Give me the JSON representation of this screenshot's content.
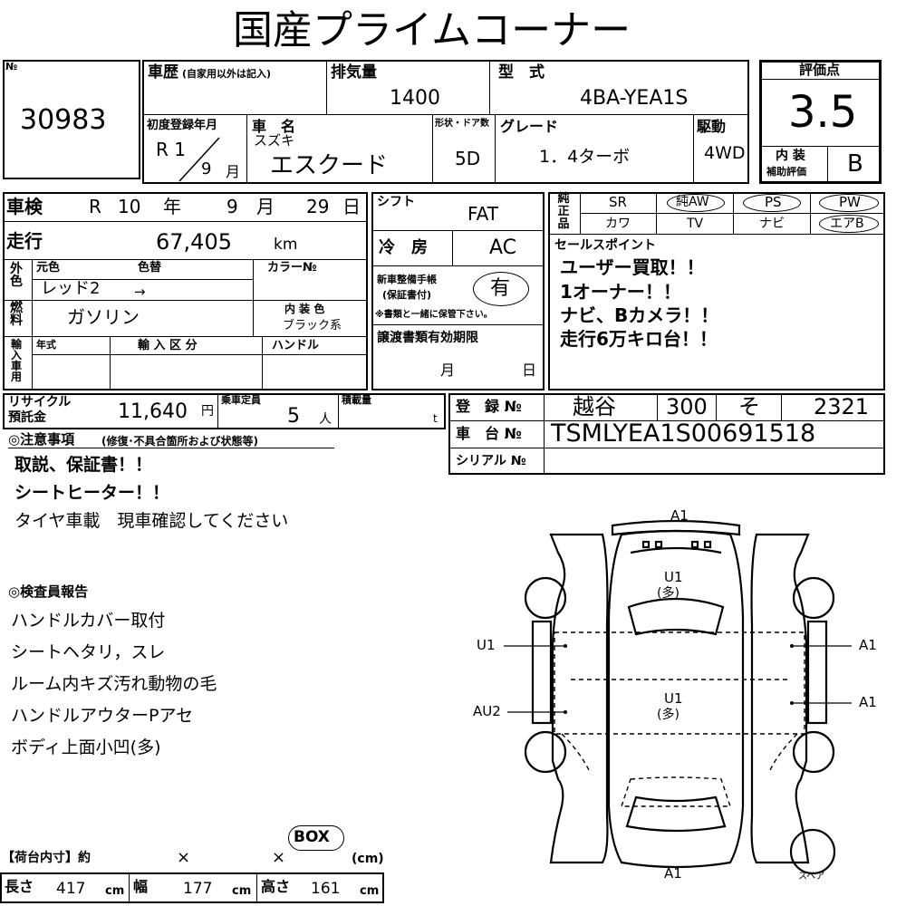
{
  "header": {
    "title": "国産プライムコーナー"
  },
  "lot": {
    "no_label": "№",
    "number": "30983"
  },
  "history": {
    "label": "車歴",
    "note": "(自家用以外は記入)"
  },
  "displacement": {
    "label": "排気量",
    "value": "1400"
  },
  "model": {
    "label": "型　式",
    "value": "4BA-YEA1S"
  },
  "rating": {
    "label": "評価点",
    "score": "3.5",
    "interior_label_1": "内 装",
    "interior_label_2": "補助評価",
    "interior_value": "B"
  },
  "registration": {
    "label": "初度登録年月",
    "era": "R 1",
    "month_prefix": "9",
    "month_unit": "月"
  },
  "car_name": {
    "label": "車　名",
    "maker": "スズキ",
    "name": "エスクード"
  },
  "body": {
    "label": "形状・ドア数",
    "doors": "5D"
  },
  "grade": {
    "label": "グレード",
    "value": "1．4ターボ"
  },
  "drive": {
    "label": "駆動",
    "value": "4WD"
  },
  "inspection": {
    "label": "車検",
    "era": "R",
    "year": "10",
    "year_unit": "年",
    "month": "9",
    "month_unit": "月",
    "day": "29",
    "day_unit": "日"
  },
  "mileage": {
    "label": "走行",
    "value": "67,405",
    "unit": "km"
  },
  "shift": {
    "label": "シフト",
    "value": "FAT"
  },
  "aircon": {
    "label": "冷　房",
    "value": "AC"
  },
  "color": {
    "side_label": "外色",
    "orig_label": "元色",
    "change_label": "色替",
    "orig_value": "レッド2",
    "arrow": "→",
    "code_label": "カラー№"
  },
  "manual": {
    "label_1": "新車整備手帳",
    "label_2": "(保証書付)",
    "value": "有",
    "note": "※書類と一緒に保管下さい。"
  },
  "fuel": {
    "side_label": "燃料",
    "value": "ガソリン"
  },
  "interior_color": {
    "label": "内 装 色",
    "value": "ブラック系"
  },
  "import": {
    "side_label": "輸入車用",
    "year_label": "年式",
    "type_label": "輸 入 区 分",
    "handle_label": "ハンドル"
  },
  "transfer": {
    "label": "譲渡書類有効期限",
    "month_unit": "月",
    "day_unit": "日"
  },
  "equipment": {
    "side_label": "純正品",
    "row1": [
      "SR",
      "純AW",
      "PS",
      "PW"
    ],
    "row2": [
      "カワ",
      "TV",
      "ナビ",
      "エアB"
    ]
  },
  "selling_points": {
    "label": "セールスポイント",
    "lines": [
      "ユーザー買取！！",
      "1オーナー！！",
      "ナビ、Bカメラ！！",
      "走行6万キロ台！！"
    ]
  },
  "recycle": {
    "label_1": "リサイクル",
    "label_2": "預託金",
    "value": "11,640",
    "unit": "円"
  },
  "capacity": {
    "label": "乗車定員",
    "value": "5",
    "unit": "人"
  },
  "load": {
    "label": "積載量",
    "unit": "t"
  },
  "plate": {
    "label": "登　録 №",
    "region": "越谷",
    "class": "300",
    "kana": "そ",
    "number": "2321"
  },
  "chassis": {
    "label": "車　台 №",
    "value": "TSMLYEA1S00691518"
  },
  "serial": {
    "label": "シリアル №"
  },
  "notes": {
    "label": "◎注意事項",
    "label_note": "(修復･不具合箇所および状態等)",
    "lines": [
      "取説、保証書！！",
      "シートヒーター！！",
      "タイヤ車載　現車確認してください"
    ]
  },
  "inspector": {
    "label": "◎検査員報告",
    "lines": [
      "ハンドルカバー取付",
      "シートヘタリ，スレ",
      "ルーム内キズ汚れ動物の毛",
      "ハンドルアウターPアセ",
      "ボディ上面小凹(多)"
    ]
  },
  "diagram": {
    "top": "A1",
    "bottom": "A1",
    "roof_front": "U1",
    "roof_front_sub": "(多)",
    "roof_rear": "U1",
    "roof_rear_sub": "(多)",
    "left_upper": "U1",
    "left_lower": "AU2",
    "right_upper": "A1",
    "right_lower": "A1",
    "spare": "スペア"
  },
  "cargo": {
    "label": "【荷台内寸】約",
    "x1": "×",
    "x2": "×",
    "box": "BOX",
    "unit": "(cm)"
  },
  "dims": {
    "length_label": "長さ",
    "length": "417",
    "width_label": "幅",
    "width": "177",
    "height_label": "高さ",
    "height": "161",
    "unit": "cm"
  }
}
